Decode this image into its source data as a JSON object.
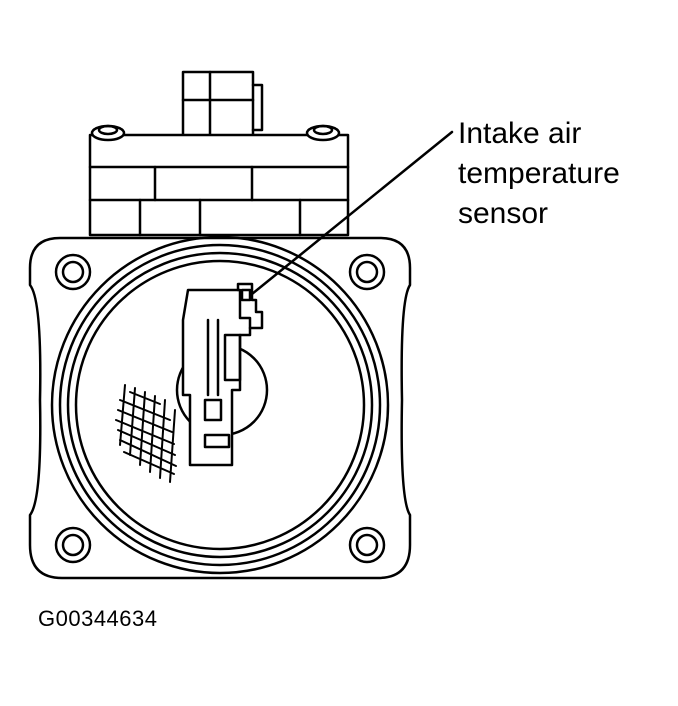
{
  "diagram": {
    "callout_lines": [
      "Intake air",
      "temperature",
      "sensor"
    ],
    "figure_id": "G00344634",
    "line_color": "#000000",
    "background_color": "#ffffff"
  }
}
